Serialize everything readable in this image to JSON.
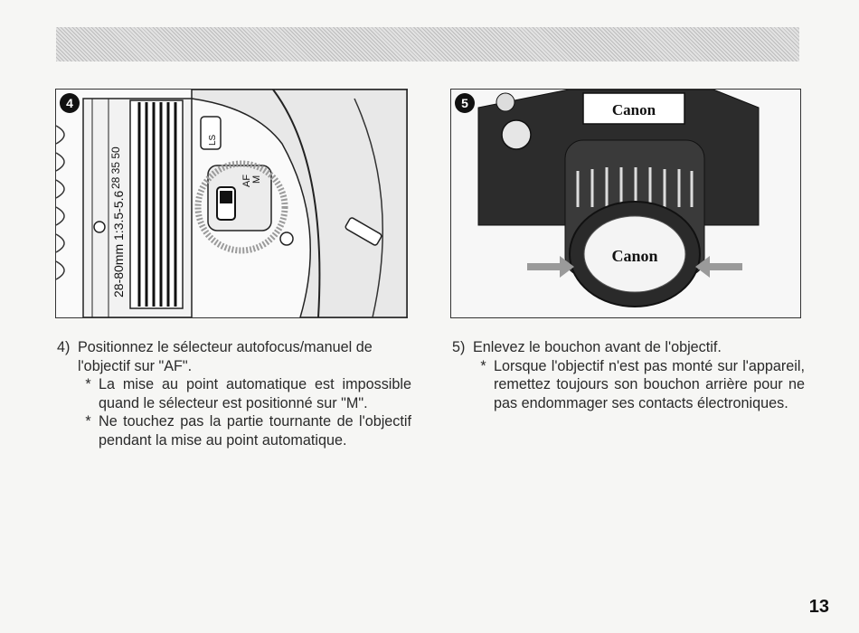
{
  "figures": {
    "left": {
      "number": "4",
      "lens_text_focal": "28-80mm 1:3.5-5.6",
      "lens_text_marks": "28 35 50",
      "switch_af": "AF",
      "switch_m": "M",
      "lens_badge": "LS"
    },
    "right": {
      "number": "5",
      "brand_body": "Canon",
      "brand_cap": "Canon"
    }
  },
  "left_column": {
    "step_number": "4)",
    "step_text": "Positionnez le sélecteur autofocus/manuel de l'objectif sur \"AF\".",
    "notes": [
      {
        "marker": "*",
        "text": "La mise au point automatique est impossible quand le sélecteur est positionné sur \"M\"."
      },
      {
        "marker": "*",
        "text": "Ne touchez pas la partie tournante de l'objectif pendant la mise au point automatique."
      }
    ]
  },
  "right_column": {
    "step_number": "5)",
    "step_text": "Enlevez le bouchon avant de l'objectif.",
    "notes": [
      {
        "marker": "*",
        "text": "Lorsque l'objectif n'est pas monté sur l'appareil, remettez toujours son bouchon arrière pour ne pas endommager ses contacts électroniques."
      }
    ]
  },
  "page_number": "13"
}
